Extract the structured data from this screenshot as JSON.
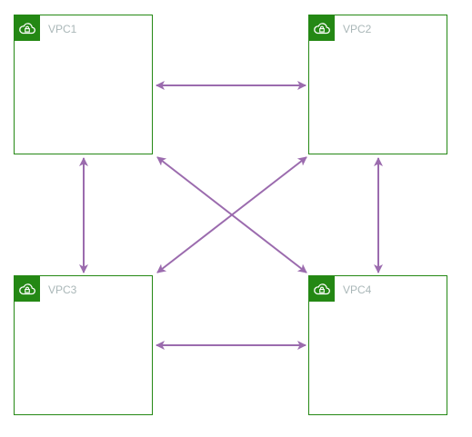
{
  "diagram": {
    "vpcs": [
      {
        "id": "vpc1",
        "label": "VPC1",
        "icon": "vpc-cloud-lock-icon"
      },
      {
        "id": "vpc2",
        "label": "VPC2",
        "icon": "vpc-cloud-lock-icon"
      },
      {
        "id": "vpc3",
        "label": "VPC3",
        "icon": "vpc-cloud-lock-icon"
      },
      {
        "id": "vpc4",
        "label": "VPC4",
        "icon": "vpc-cloud-lock-icon"
      }
    ],
    "connections": [
      {
        "from": "VPC1",
        "to": "VPC2",
        "type": "bidirectional"
      },
      {
        "from": "VPC1",
        "to": "VPC3",
        "type": "bidirectional"
      },
      {
        "from": "VPC1",
        "to": "VPC4",
        "type": "bidirectional"
      },
      {
        "from": "VPC2",
        "to": "VPC3",
        "type": "bidirectional"
      },
      {
        "from": "VPC2",
        "to": "VPC4",
        "type": "bidirectional"
      },
      {
        "from": "VPC3",
        "to": "VPC4",
        "type": "bidirectional"
      }
    ],
    "colors": {
      "vpc_border": "#248814",
      "vpc_badge": "#248814",
      "vpc_label": "#aab7b8",
      "connection": "#9b6bae"
    }
  }
}
